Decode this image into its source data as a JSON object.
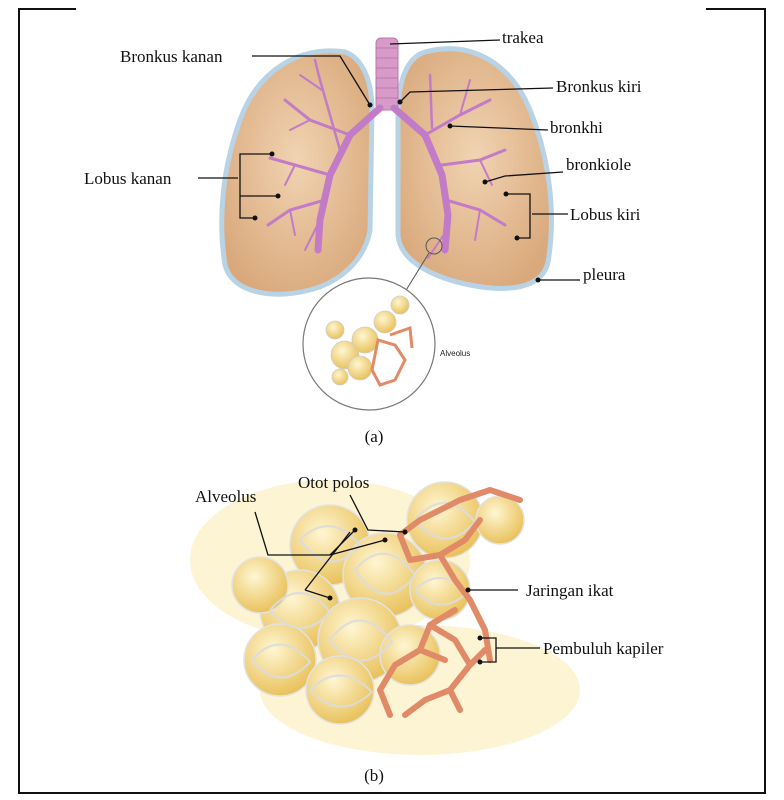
{
  "figure_a": {
    "labels": {
      "trakea": "trakea",
      "bronkus_kanan": "Bronkus kanan",
      "bronkus_kiri": "Bronkus kiri",
      "bronkhi": "bronkhi",
      "bronkiole": "bronkiole",
      "lobus_kanan": "Lobus kanan",
      "lobus_kiri": "Lobus kiri",
      "pleura": "pleura",
      "alveolus_inset": "Alveolus"
    },
    "caption": "(a)"
  },
  "figure_b": {
    "labels": {
      "alveolus": "Alveolus",
      "otot_polos": "Otot polos",
      "jaringan_ikat": "Jaringan ikat",
      "pembuluh_kapiler": "Pembuluh kapiler"
    },
    "caption": "(b)"
  },
  "colors": {
    "lung_fill": "#e8c29c",
    "lung_edge": "#b9d3e6",
    "bronchi": "#c27bc6",
    "trachea": "#d89ac8",
    "alveolus_fill": "#f3dc8a",
    "capillary": "#e08a68"
  }
}
